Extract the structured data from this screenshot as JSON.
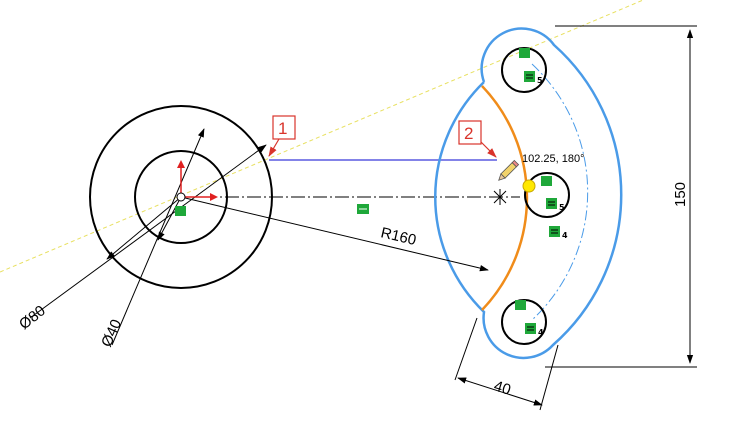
{
  "sketch": {
    "dimensions": {
      "outer_diameter": "Ø80",
      "inner_diameter": "Ø40",
      "radius": "R160",
      "height": "150",
      "slot_width": "40"
    },
    "cursor_readout": "102.25, 180°",
    "callouts": [
      {
        "label": "1"
      },
      {
        "label": "2"
      }
    ],
    "relation_marks": [
      "5",
      "5",
      "4",
      "4"
    ],
    "colors": {
      "geometry": "#000000",
      "selected_arc": "#f08c1a",
      "preselect": "#4a9be8",
      "sketch_line": "#5a5ae0",
      "relation_green": "#1fa83a",
      "callout_red": "#d9342b",
      "origin_red": "#e02020",
      "reference_yellow": "#e8e060",
      "cursor_point": "#ffe800"
    },
    "icons": {
      "pencil": "pencil-icon",
      "origin": "origin-icon"
    }
  }
}
